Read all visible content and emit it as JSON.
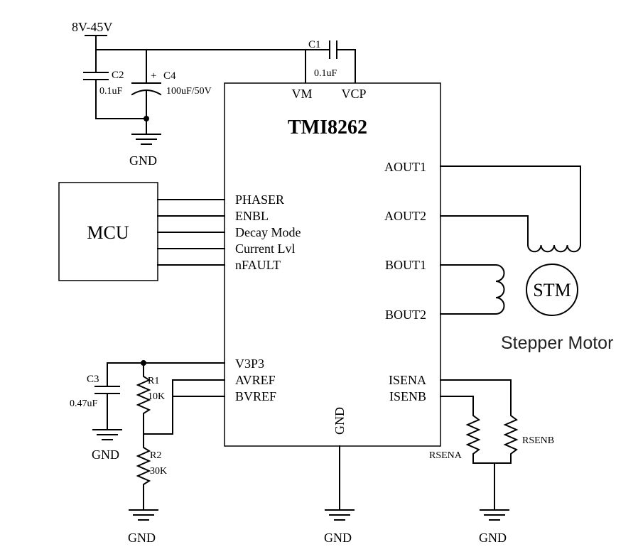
{
  "supply": {
    "voltage_label": "8V-45V"
  },
  "capacitors": {
    "c1": {
      "name": "C1",
      "value": "0.1uF"
    },
    "c2": {
      "name": "C2",
      "value": "0.1uF"
    },
    "c4": {
      "name": "C4",
      "value": "100uF/50V",
      "polarity": "+"
    },
    "c3": {
      "name": "C3",
      "value": "0.47uF"
    }
  },
  "chip": {
    "name": "TMI8262",
    "pins": {
      "vm": "VM",
      "vcp": "VCP",
      "phaser": "PHASER",
      "enbl": "ENBL",
      "decay": "Decay Mode",
      "current": "Current Lvl",
      "nfault": "nFAULT",
      "v3p3": "V3P3",
      "avref": "AVREF",
      "bvref": "BVREF",
      "gnd": "GND",
      "aout1": "AOUT1",
      "aout2": "AOUT2",
      "bout1": "BOUT1",
      "bout2": "BOUT2",
      "isena": "ISENA",
      "isenb": "ISENB"
    }
  },
  "mcu": {
    "label": "MCU"
  },
  "resistors": {
    "r1": {
      "name": "R1",
      "value": "10K"
    },
    "r2": {
      "name": "R2",
      "value": "30K"
    },
    "rsena": {
      "name": "RSENA"
    },
    "rsenb": {
      "name": "RSENB"
    }
  },
  "motor": {
    "label": "STM",
    "caption": "Stepper Motor"
  },
  "ground": {
    "label": "GND"
  },
  "colors": {
    "wire": "#000000",
    "background": "#ffffff",
    "caption": "#222222"
  }
}
